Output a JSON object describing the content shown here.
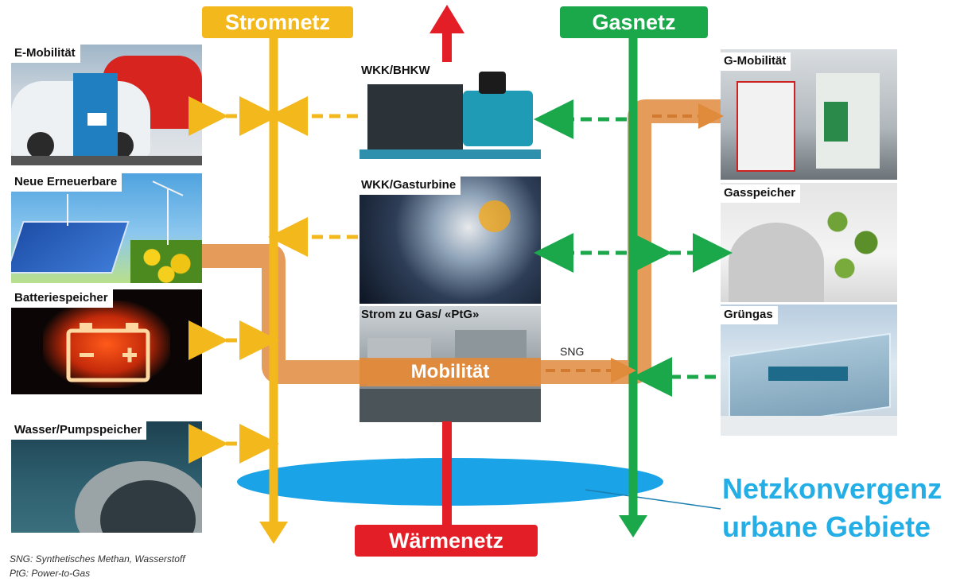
{
  "networks": {
    "strom": "Stromnetz",
    "gas": "Gasnetz",
    "waerme": "Wärmenetz"
  },
  "left_panels": [
    {
      "id": "e_mobilitaet",
      "label": "E-Mobilität"
    },
    {
      "id": "erneuerbare",
      "label": "Neue Erneuerbare"
    },
    {
      "id": "batterie",
      "label": "Batteriespeicher"
    },
    {
      "id": "pumpspeicher",
      "label": "Wasser/Pumpspeicher"
    }
  ],
  "center_panels": [
    {
      "id": "bhkw",
      "label": "WKK/BHKW"
    },
    {
      "id": "gasturbine",
      "label": "WKK/Gasturbine"
    },
    {
      "id": "ptg",
      "label": "Strom zu Gas/ «PtG»"
    }
  ],
  "right_panels": [
    {
      "id": "g_mobilitaet",
      "label": "G-Mobilität"
    },
    {
      "id": "gasspeicher",
      "label": "Gasspeicher"
    },
    {
      "id": "gruengas",
      "label": "Grüngas"
    }
  ],
  "flow_labels": {
    "mobilitaet": "Mobilität",
    "sng": "SNG"
  },
  "convergence": {
    "line1": "Netzkonvergenz",
    "line2": "urbane Gebiete"
  },
  "footnotes": {
    "sng": "SNG: Synthetisches Methan, Wasserstoff",
    "ptg": "PtG: Power-to-Gas"
  },
  "colors": {
    "strom": "#f3b91c",
    "gas": "#1aa84b",
    "waerme": "#e41e26",
    "mobility": "#e08a3c",
    "convergence": "#24aee6"
  }
}
